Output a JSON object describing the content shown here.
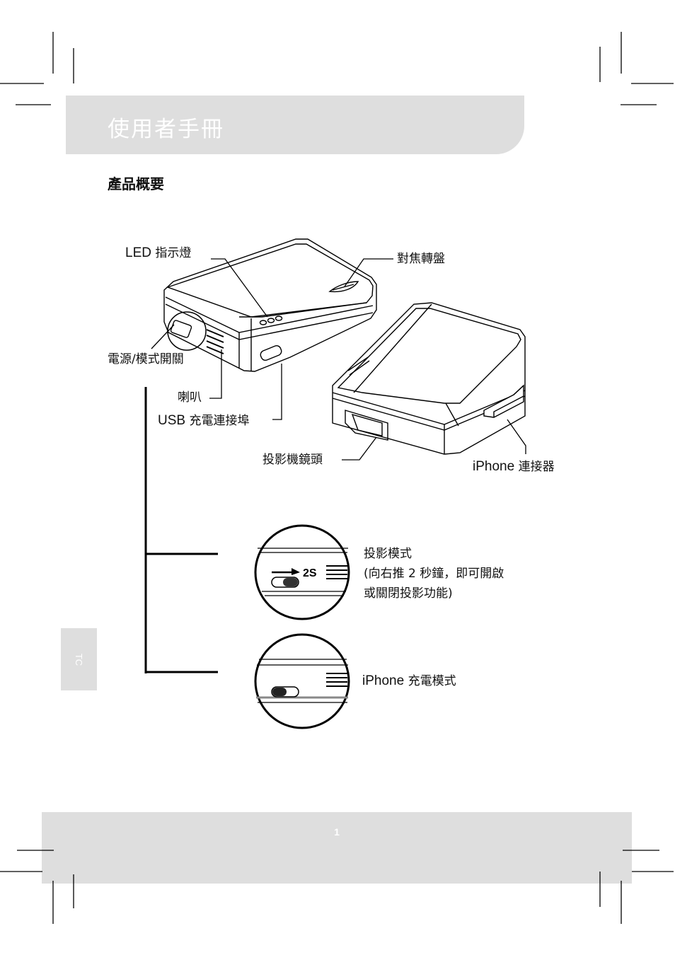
{
  "header": {
    "title": "使用者手冊"
  },
  "section": {
    "title": "產品概要"
  },
  "labels": {
    "led_latin": "LED",
    "led_cjk": "指示燈",
    "focus": "對焦轉盤",
    "power_switch": "電源/模式開關",
    "speaker": "喇叭",
    "usb_latin": "USB",
    "usb_cjk": "充電連接埠",
    "lens": "投影機鏡頭",
    "iphone_conn_latin": "iPhone",
    "iphone_conn_cjk": "連接器"
  },
  "modes": {
    "projection": {
      "title": "投影模式",
      "line1": "(向右推 2 秒鐘，即可開啟",
      "line2": "或關閉投影功能)",
      "badge": "2S"
    },
    "charging": {
      "latin": "iPhone",
      "cjk": "充電模式"
    }
  },
  "side_tab": {
    "label": "TC"
  },
  "footer": {
    "page_number": "1"
  }
}
